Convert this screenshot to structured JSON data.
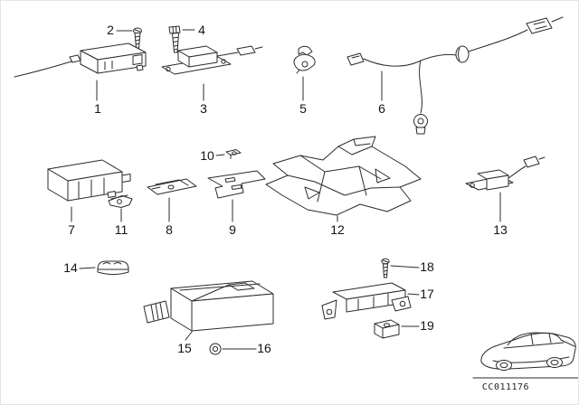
{
  "diagram": {
    "code": "CC011176",
    "colors": {
      "line": "#2b2b2b",
      "background": "#ffffff"
    },
    "part_labels": {
      "n1": "1",
      "n2": "2",
      "n3": "3",
      "n4": "4",
      "n5": "5",
      "n6": "6",
      "n7": "7",
      "n8": "8",
      "n9": "9",
      "n10": "10",
      "n11": "11",
      "n12": "12",
      "n13": "13",
      "n14": "14",
      "n15": "15",
      "n16": "16",
      "n17": "17",
      "n18": "18",
      "n19": "19"
    }
  }
}
